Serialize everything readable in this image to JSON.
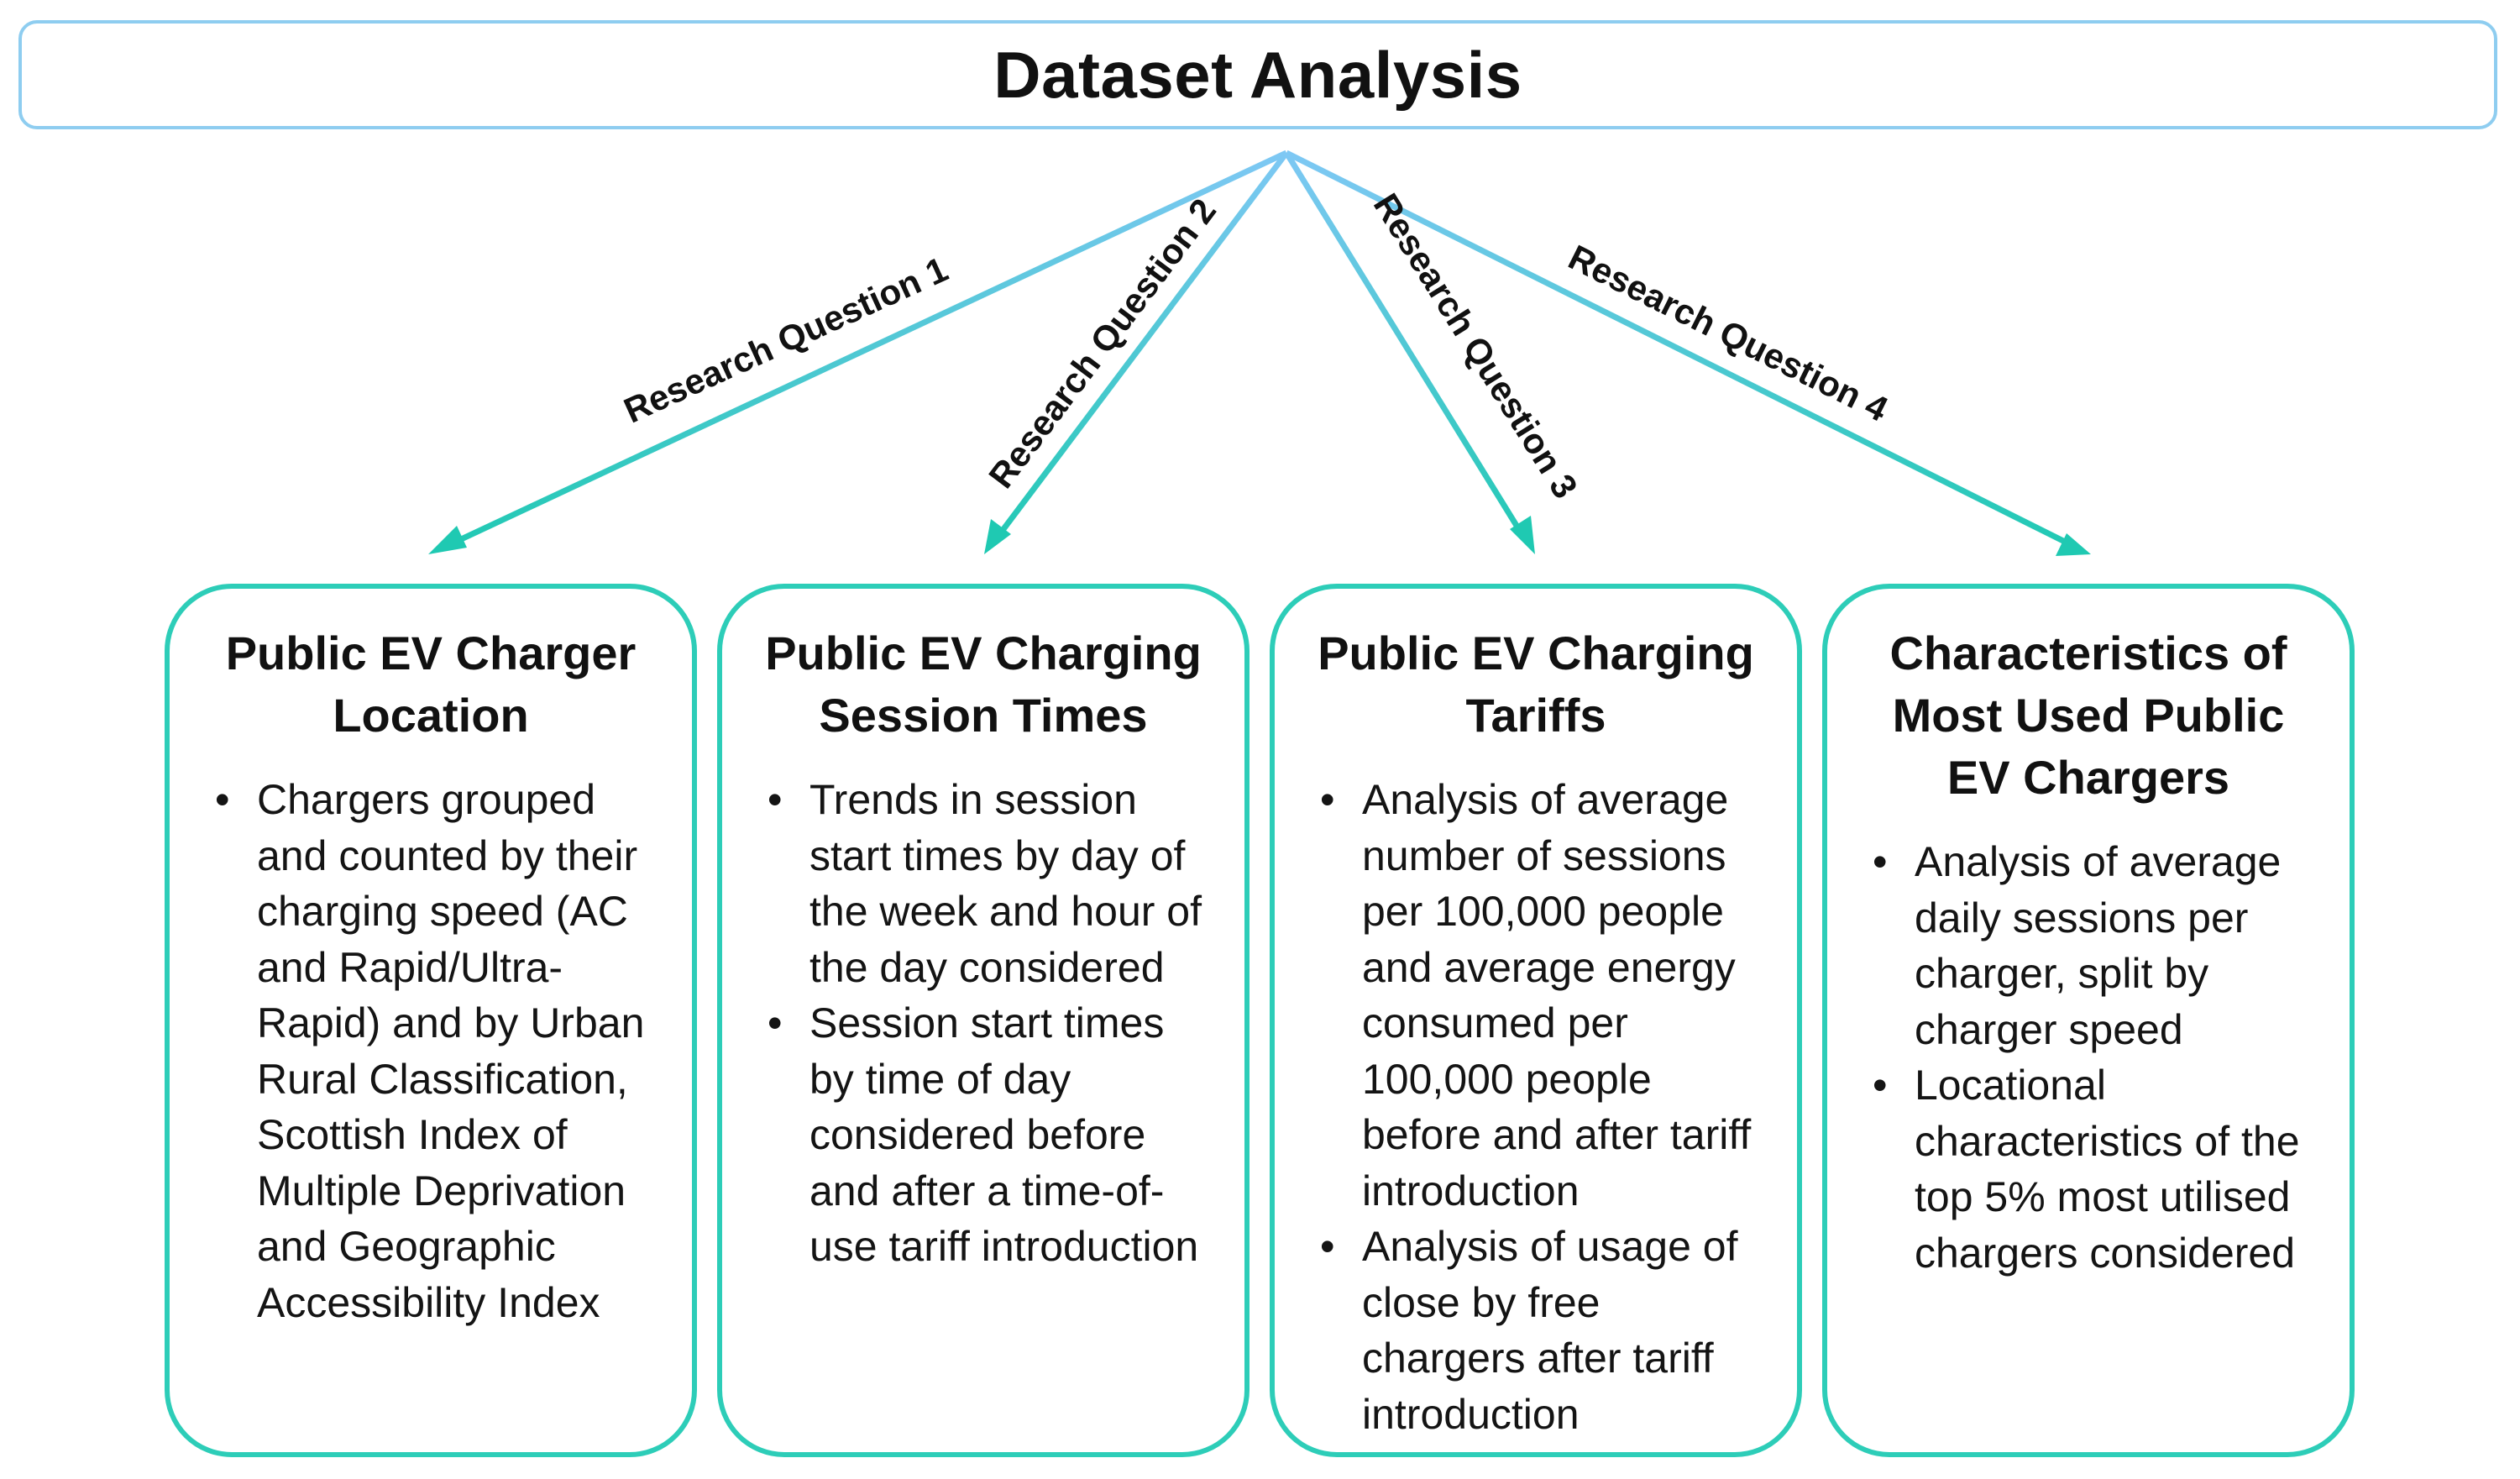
{
  "title": "Dataset Analysis",
  "colors": {
    "title_border": "#8ecdf0",
    "box_border": "#2dcdb8",
    "arrow_start": "#7ec8f4",
    "arrow_end": "#1fc9b2"
  },
  "research_questions": [
    {
      "label": "Research Question 1"
    },
    {
      "label": "Research Question 2"
    },
    {
      "label": "Research Question 3"
    },
    {
      "label": "Research Question 4"
    }
  ],
  "boxes": [
    {
      "title": "Public EV Charger Location",
      "bullets": [
        "Chargers grouped and counted by their charging speed (AC and Rapid/Ultra-Rapid) and by Urban Rural Classification, Scottish Index of Multiple Deprivation and Geographic Accessibility Index"
      ]
    },
    {
      "title": "Public EV Charging Session Times",
      "bullets": [
        "Trends in session start times by day of the week and hour of the day considered",
        "Session start times by time of day considered before and after a time-of-use tariff introduction"
      ]
    },
    {
      "title": "Public EV Charging Tariffs",
      "bullets": [
        "Analysis of average number of sessions per 100,000 people and average energy consumed per 100,000 people before and after tariff introduction",
        "Analysis of usage of close by free chargers after tariff introduction"
      ]
    },
    {
      "title": "Characteristics of Most Used Public EV Chargers",
      "bullets": [
        "Analysis of average daily sessions per charger, split by charger speed",
        "Locational characteristics of the top 5% most utilised chargers considered"
      ]
    }
  ]
}
